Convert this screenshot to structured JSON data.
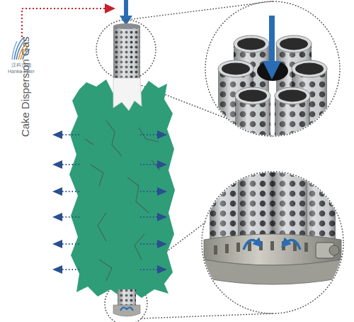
{
  "diagram": {
    "labels": [
      "Cake Dispersion Gas",
      "汉科过滤",
      "Hanke Filter"
    ]
  }
}
